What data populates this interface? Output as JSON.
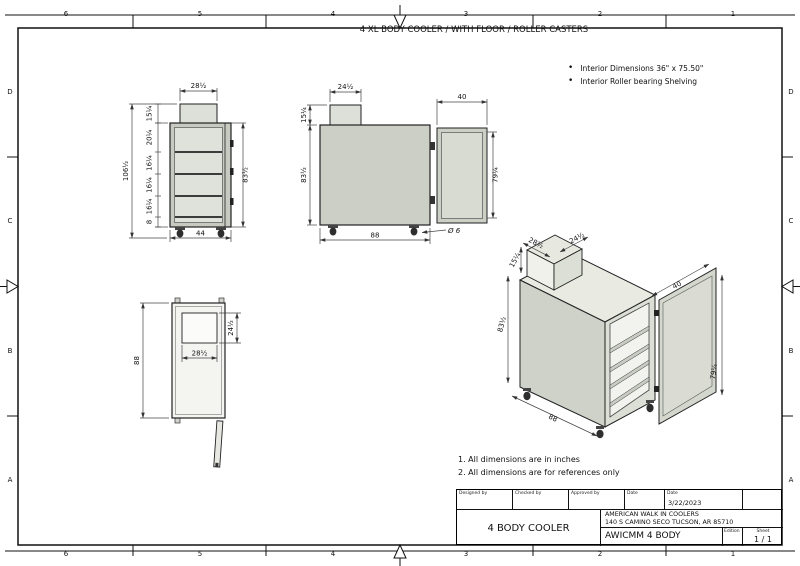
{
  "sheet": {
    "title": "4 XL BODY COOLER / WITH FLOOR / ROLLER CASTERS",
    "bullets": [
      "Interior Dimensions 36\" x 75.50\"",
      "Interior Roller bearing Shelving"
    ],
    "notes": [
      "1. All dimensions are in inches",
      "2. All dimensions are for references only"
    ],
    "ruler": {
      "cols": [
        "6",
        "5",
        "4",
        "3",
        "2",
        "1"
      ],
      "rows": [
        "D",
        "C",
        "B",
        "A"
      ]
    }
  },
  "views": {
    "front": {
      "w_top": "28½",
      "h_cond": "15¼",
      "h_overall": "106½",
      "seg_a": "20¼",
      "seg_b": "16¼",
      "seg_c": "16¼",
      "seg_d": "16¼",
      "seg_e": "8",
      "h_body": "83½",
      "w_bottom": "44"
    },
    "side": {
      "w_cond": "24½",
      "h_cond": "15¼",
      "h_body": "83½",
      "w_door": "40",
      "h_door": "79¼",
      "length": "88",
      "caster_dia": "Ø 6"
    },
    "plan": {
      "length": "88",
      "cond_w": "28½",
      "cond_d": "24½"
    },
    "iso": {
      "cond_w": "28½",
      "cond_d": "24½",
      "cond_h": "15¼",
      "h_body": "83½",
      "length": "88",
      "door_w": "40",
      "door_h": "79¼"
    }
  },
  "title_block": {
    "designed_by_label": "Designed by",
    "checked_by_label": "Checked by",
    "approved_by_label": "Approved by",
    "date_label": "Date",
    "date2_label": "Date",
    "date_value": "3/22/2023",
    "product": "4 BODY COOLER",
    "company_name": "AMERICAN WALK IN COOLERS",
    "company_address": "140 S CAMINO SECO TUCSON, AR 85710",
    "drawing_code": "AWICMM 4 BODY",
    "edition_label": "Edition",
    "sheet_label": "Sheet",
    "sheet_value": "1 / 1"
  }
}
